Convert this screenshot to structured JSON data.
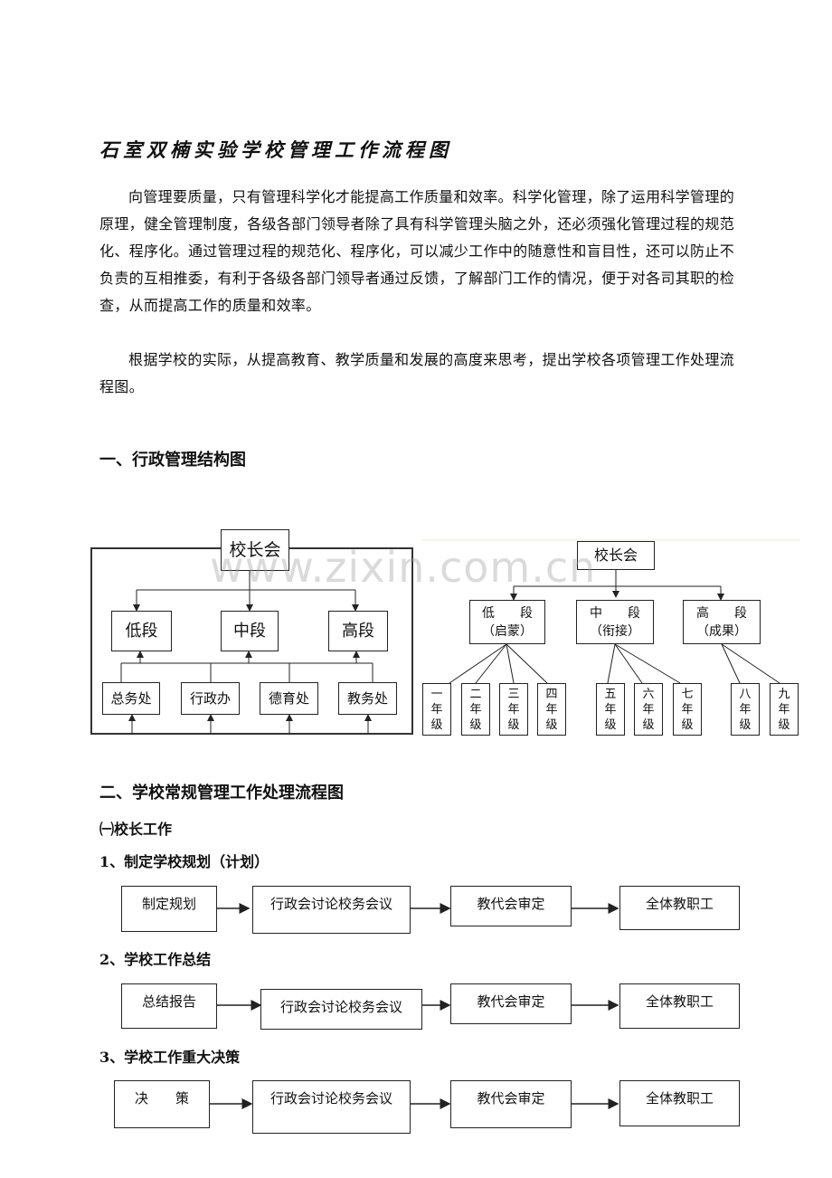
{
  "title": "石室双楠实验学校管理工作流程图",
  "intro": {
    "para1": "向管理要质量，只有管理科学化才能提高工作质量和效率。科学化管理，除了运用科学管理的原理，健全管理制度，各级各部门领导者除了具有科学管理头脑之外，还必须强化管理过程的规范化、程序化。通过管理过程的规范化、程序化，可以减少工作中的随意性和盲目性，还可以防止不负责的互相推委，有利于各级各部门领导者通过反馈，了解部门工作的情况，便于对各司其职的检查，从而提高工作的质量和效率。",
    "para2": "根据学校的实际，从提高教育、教学质量和发展的高度来思考，提出学校各项管理工作处理流程图。"
  },
  "section1": {
    "heading": "一、行政管理结构图",
    "left_chart": {
      "top": "校长会",
      "stages": [
        "低段",
        "中段",
        "高段"
      ],
      "offices": [
        "总务处",
        "行政办",
        "德育处",
        "教务处"
      ]
    },
    "right_chart": {
      "top": "校长会",
      "stages": [
        {
          "name": "低　　段",
          "sub": "（启蒙）"
        },
        {
          "name": "中　　段",
          "sub": "（衔接）"
        },
        {
          "name": "高　　段",
          "sub": "（成果）"
        }
      ],
      "grades": [
        [
          "一",
          "年",
          "级"
        ],
        [
          "二",
          "年",
          "级"
        ],
        [
          "三",
          "年",
          "级"
        ],
        [
          "四",
          "年",
          "级"
        ],
        [
          "五",
          "年",
          "级"
        ],
        [
          "六",
          "年",
          "级"
        ],
        [
          "七",
          "年",
          "级"
        ],
        [
          "八",
          "年",
          "级"
        ],
        [
          "九",
          "年",
          "级"
        ]
      ]
    },
    "watermark": "www.zixin.com.cn"
  },
  "section2": {
    "heading": "二、学校常规管理工作处理流程图",
    "sub1": "㈠校长工作",
    "flows": [
      {
        "title": "1、制定学校规划（计划）",
        "steps": [
          "制定规划",
          "行政会讨论校务会议",
          "教代会审定",
          "全体教职工"
        ]
      },
      {
        "title": "2、学校工作总结",
        "steps": [
          "总结报告",
          "行政会讨论校务会议",
          "教代会审定",
          "全体教职工"
        ]
      },
      {
        "title": "3、学校工作重大决策",
        "steps": [
          "决　　策",
          "行政会讨论校务会议",
          "教代会审定",
          "全体教职工"
        ]
      }
    ]
  }
}
